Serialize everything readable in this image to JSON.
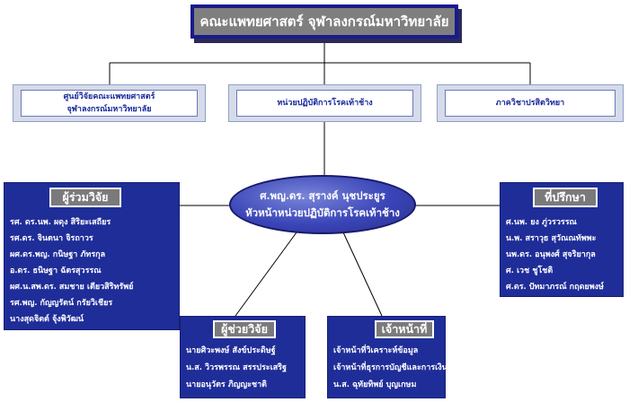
{
  "top": {
    "title": "คณะแพทยศาสตร์  จุฬาลงกรณ์มหาวิทยาลัย"
  },
  "row2": {
    "left": {
      "line1": "ศูนย์วิจัยคณะแพทยศาสตร์",
      "line2": "จุฬาลงกรณ์มหาวิทยาลัย"
    },
    "center": "หน่วยปฏิบัติการโรคเท้าช้าง",
    "right": "ภาควิชาปรสิตวิทยา"
  },
  "head": {
    "line1": "ศ.พญ.ดร. สุรางค์ นุชประยูร",
    "line2": "หัวหน้าหน่วยปฏิบัติการโรคเท้าช้าง"
  },
  "co_researchers": {
    "title": "ผู้ร่วมวิจัย",
    "members": [
      "รศ. ดร.นพ. ผดุง สิริยะเสถียร",
      "รศ.ดร. จินตนา จิรถาวร",
      "ผศ.ดร.พญ. กนิษฐา ภัทรกุล",
      "อ.ดร. ธนิษฐา ฉัตรสุวรรณ",
      "ผศ.น.สพ.ดร. สมชาย เตียวสิริทรัพย์",
      "รศ.พญ. กัญญรัตน์ กรัยวิเชียร",
      "นางสุดจิตต์ จุ้งพิวัฒน์"
    ]
  },
  "advisors": {
    "title": "ที่ปรึกษา",
    "members": [
      "ศ.นพ. ยง ภู่วรวรรณ",
      "น.พ. สราวุธ สุวัณณทัพพะ",
      "นพ.ดร. อนุพงศ์  สุจริยากุล",
      "ศ. เวช ชูโชติ",
      "ศ.ดร. ปัทมาภรณ์ กฤดยพงษ์"
    ]
  },
  "assistants": {
    "title": "ผู้ช่วยวิจัย",
    "members": [
      "นายศิวะพงษ์ สังข์ประดิษฐ์",
      "น.ส. วิวรพรรณ สรรประเสริฐ",
      "นายอนุวัตร ภิญญะชาติ"
    ]
  },
  "staff": {
    "title": "เจ้าหน้าที่",
    "members": [
      "เจ้าหน้าที่วิเคราะห์ข้อมูล",
      "เจ้าหน้าที่ธุรการบัญชีและการเงิน",
      "น.ส. ฉุทัยทิพย์ บุญเกษม"
    ]
  },
  "colors": {
    "panel": "#1f2d99",
    "header_gray": "#7a7a7a",
    "band": "#d6dbe9",
    "link_text": "#1a2a9c"
  }
}
